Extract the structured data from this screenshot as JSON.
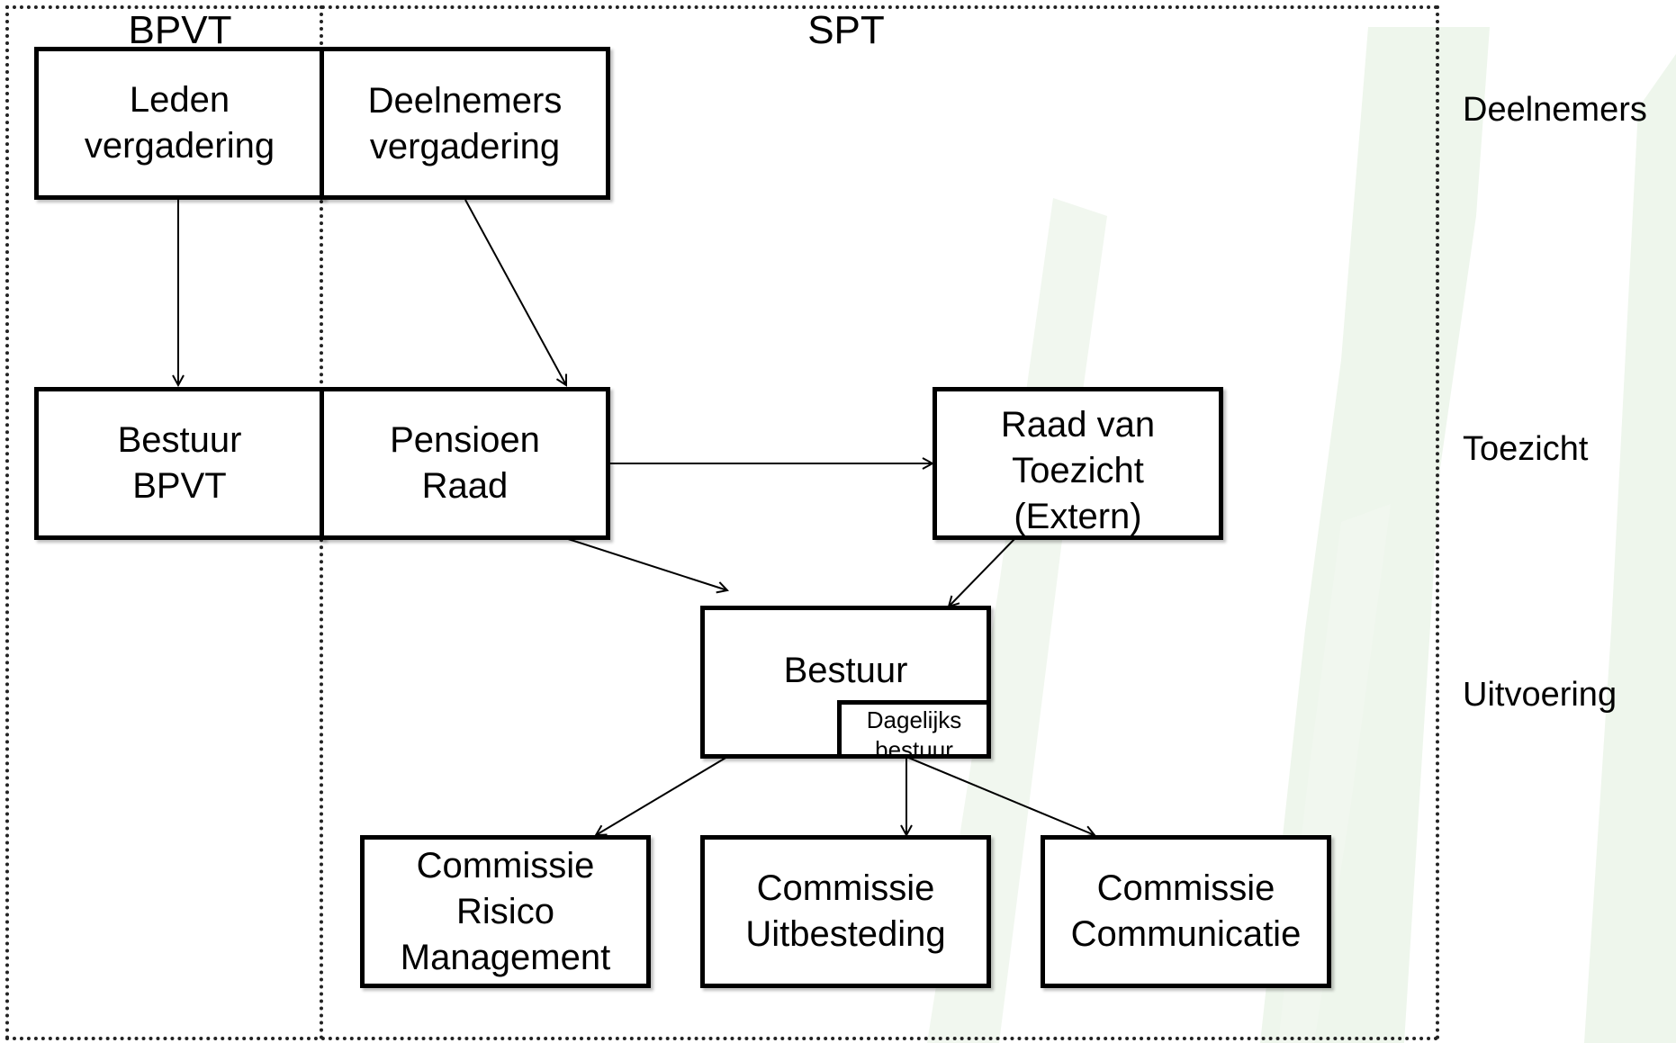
{
  "sections": {
    "left": "BPVT",
    "right": "SPT"
  },
  "levels": {
    "participants": "Deelnemers",
    "supervision": "Toezicht",
    "execution": "Uitvoering"
  },
  "boxes": {
    "leden_vergadering": "Leden\nvergadering",
    "deelnemers_vergadering": "Deelnemers\nvergadering",
    "bestuur_bpvt": "Bestuur\nBPVT",
    "pensioen_raad": "Pensioen\nRaad",
    "raad_van_toezicht": "Raad van\nToezicht\n(Extern)",
    "bestuur": "Bestuur",
    "dagelijks_bestuur": "Dagelijks\nbestuur",
    "commissie_risico": "Commissie\nRisico\nManagement",
    "commissie_uitbesteding": "Commissie\nUitbesteding",
    "commissie_communicatie": "Commissie\nCommunicatie"
  },
  "colors": {
    "background_stripes": "#eef6ec",
    "lines": "#000000"
  }
}
